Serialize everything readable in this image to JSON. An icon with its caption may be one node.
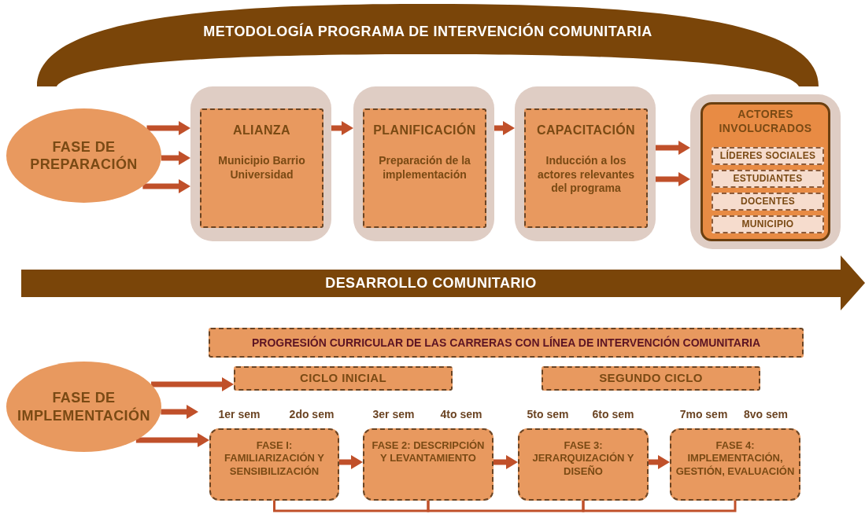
{
  "diagram": {
    "nodes": [
      {
        "text": [
          "METODOLOGÍA PROGRAMA DE INTERVENCIÓN COMUNITARIA"
        ]
      },
      {
        "text": [
          "FASE DE PREPARACIÓN"
        ]
      },
      {
        "text": [],
        "shape": "box"
      },
      {
        "text": [
          "ALIANZA",
          "Municipio Barrio Universidad"
        ],
        "in": 2
      },
      {
        "text": [],
        "shape": "box"
      },
      {
        "text": [
          "PLANIFICACIÓN",
          "Preparación de la implementación"
        ],
        "in": 4
      },
      {
        "text": [],
        "shape": "box"
      },
      {
        "text": [
          "CAPACITACIÓN",
          "Inducción a los actores relevantes del programa"
        ],
        "in": 6
      },
      {
        "text": [],
        "shape": "box"
      },
      {
        "text": [
          "ACTORES INVOLUCRADOS"
        ],
        "in": 8
      },
      {
        "text": [
          "LÍDERES SOCIALES"
        ],
        "in": 9
      },
      {
        "text": [
          "ESTUDIANTES"
        ],
        "in": 9
      },
      {
        "text": [
          "DOCENTES"
        ],
        "in": 9
      },
      {
        "text": [
          "MUNICIPIO"
        ],
        "in": 9
      },
      {
        "text": [
          "DESARROLLO COMUNITARIO"
        ]
      },
      {
        "text": [
          "FASE DE IMPLEMENTACIÓN"
        ]
      },
      {
        "text": [
          "PROGRESIÓN CURRICULAR DE LAS CARRERAS CON LÍNEA DE INTERVENCIÓN COMUNITARIA"
        ]
      },
      {
        "text": [
          "CICLO INICIAL"
        ]
      },
      {
        "text": [
          "SEGUNDO CICLO"
        ]
      },
      {
        "text": [
          "FASE I: FAMILIARIZACIÓN Y SENSIBILIZACIÓN"
        ]
      },
      {
        "text": [
          "FASE 2: DESCRIPCIÓN Y LEVANTAMIENTO"
        ]
      },
      {
        "text": [
          "FASE 3: JERARQUIZACIÓN Y DISEÑO"
        ]
      },
      {
        "text": [
          "FASE 4: IMPLEMENTACIÓN, GESTIÓN, EVALUACIÓN"
        ]
      }
    ],
    "edges": [
      {
        "from": 1,
        "to": 2,
        "arrow": "to"
      },
      {
        "from": 1,
        "to": 2,
        "arrow": "to"
      },
      {
        "from": 1,
        "to": 2,
        "arrow": "to"
      },
      {
        "from": 2,
        "to": 4,
        "arrow": "to"
      },
      {
        "from": 4,
        "to": 6,
        "arrow": "to"
      },
      {
        "from": 6,
        "to": 8,
        "arrow": "to"
      },
      {
        "from": 6,
        "to": 8,
        "arrow": "to"
      },
      {
        "from": 15,
        "to": 17,
        "arrow": "to"
      },
      {
        "from": 15,
        "to": null,
        "arrow": "to"
      },
      {
        "from": 15,
        "to": 19,
        "arrow": "to"
      },
      {
        "from": 19,
        "to": 20,
        "arrow": "to"
      },
      {
        "from": 20,
        "to": 21,
        "arrow": "to"
      },
      {
        "from": 21,
        "to": 22,
        "arrow": "to"
      },
      {
        "from": 19,
        "to": 20,
        "arrow": "none"
      },
      {
        "from": 20,
        "to": 21,
        "arrow": "none"
      },
      {
        "from": 21,
        "to": 22,
        "arrow": "none"
      }
    ],
    "labels": [
      "1er sem",
      "2do sem",
      "3er sem",
      "4to sem",
      "5to sem",
      "6to sem",
      "7mo sem",
      "8vo sem"
    ]
  }
}
